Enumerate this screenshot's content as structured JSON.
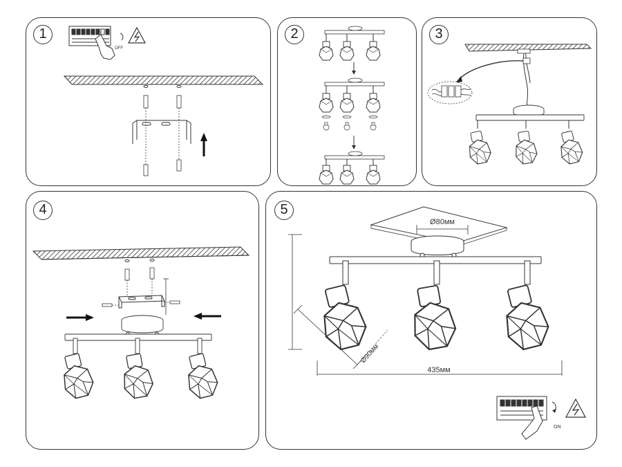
{
  "steps": [
    {
      "number": "1"
    },
    {
      "number": "2"
    },
    {
      "number": "3"
    },
    {
      "number": "4"
    },
    {
      "number": "5"
    }
  ],
  "labels": {
    "off": "OFF",
    "on": "ON",
    "diameter_canopy": "Ø80мм",
    "diameter_shade": "Ø90мм",
    "width": "435мм"
  },
  "icons": [
    "switch-panel-icon",
    "hand-icon",
    "high-voltage-warning-icon",
    "arrow-icon"
  ],
  "colors": {
    "line": "#333333",
    "background": "#ffffff"
  }
}
